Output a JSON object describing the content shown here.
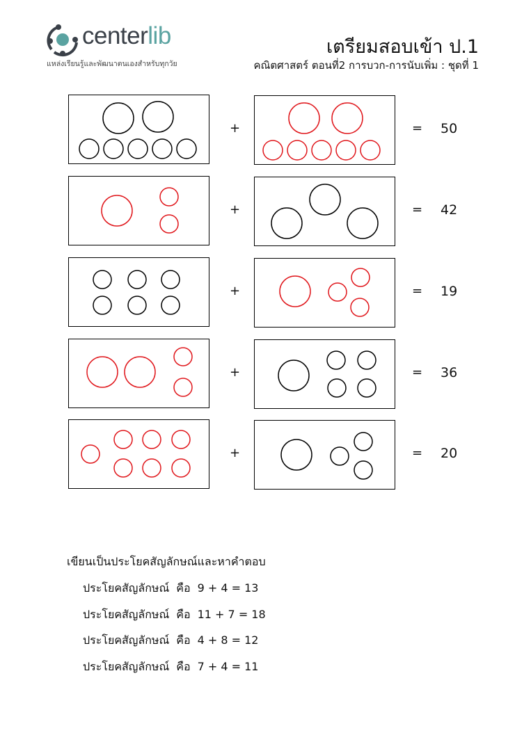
{
  "header": {
    "logo_text_a": "center",
    "logo_text_b": "lib",
    "tagline": "แหล่งเรียนรู้และพัฒนาตนเองสำหรับทุกวัย",
    "title": "เตรียมสอบเข้า ป.1",
    "subtitle": "คณิตศาสตร์ ตอนที่2 การบวก-การนับเพิ่ม : ชุดที่ 1"
  },
  "problems": [
    {
      "plus": "+",
      "equals": "=",
      "answer": "50"
    },
    {
      "plus": "+",
      "equals": "=",
      "answer": "42"
    },
    {
      "plus": "+",
      "equals": "=",
      "answer": "19"
    },
    {
      "plus": "+",
      "equals": "=",
      "answer": "36"
    },
    {
      "plus": "+",
      "equals": "=",
      "answer": "20"
    }
  ],
  "colors": {
    "red": "#e0161b",
    "black": "#000000",
    "logo_teal": "#5aa3a1"
  },
  "instructions": "เขียนเป็นประโยคสัญลักษณ์และหาคำตอบ",
  "sentences": [
    {
      "label": "ประโยคสัญลักษณ์",
      "is": "คือ",
      "equation": "9 + 4 = 13"
    },
    {
      "label": "ประโยคสัญลักษณ์",
      "is": "คือ",
      "equation": "11 + 7 = 18"
    },
    {
      "label": "ประโยคสัญลักษณ์",
      "is": "คือ",
      "equation": "4 + 8 = 12"
    },
    {
      "label": "ประโยคสัญลักษณ์",
      "is": "คือ",
      "equation": "7 + 4 = 11"
    }
  ]
}
